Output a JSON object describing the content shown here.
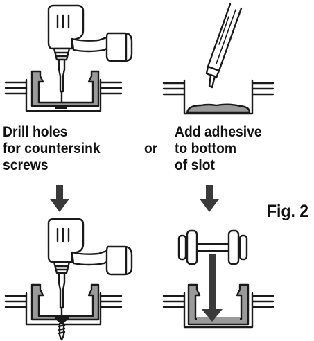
{
  "left_step": {
    "lines": [
      "Drill holes",
      "for countersink",
      "screws"
    ]
  },
  "right_step": {
    "lines": [
      "Add adhesive",
      "to bottom",
      "of slot"
    ]
  },
  "connector": "or",
  "figure_label": "Fig. 2",
  "colors": {
    "line": "#1a1a1a",
    "fill_gray": "#9a9a9a",
    "background": "#ffffff"
  }
}
